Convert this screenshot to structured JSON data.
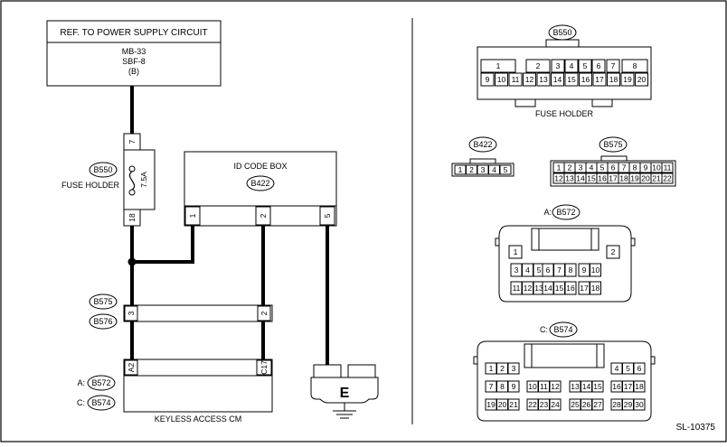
{
  "power_box": {
    "title": "REF. TO POWER SUPPLY CIRCUIT",
    "line1": "MB-33",
    "line2": "SBF-8",
    "line3": "(B)"
  },
  "fuse": {
    "connector": "B550",
    "label": "FUSE HOLDER",
    "rating": "7.5A",
    "pin_top": "7",
    "pin_bottom": "18"
  },
  "id_code_box": {
    "title": "ID CODE BOX",
    "connector": "B422",
    "pins": [
      "1",
      "2",
      "5"
    ]
  },
  "harness_connector": {
    "connector_a": "B575",
    "connector_b": "B576",
    "pin_left": "3",
    "pin_right": "2"
  },
  "keyless_cm": {
    "label": "KEYLESS ACCESS CM",
    "conn_a_prefix": "A:",
    "conn_a": "B572",
    "conn_c_prefix": "C:",
    "conn_c": "B574",
    "pin_left": "A2",
    "pin_right": "C17"
  },
  "ground": {
    "label": "E"
  },
  "right_panel": {
    "b550": {
      "name": "B550",
      "caption": "FUSE HOLDER",
      "top_pins": [
        "1",
        "2",
        "3",
        "4",
        "5",
        "6",
        "7",
        "8"
      ],
      "bottom_pins": [
        "9",
        "10",
        "11",
        "12",
        "13",
        "14",
        "15",
        "16",
        "17",
        "18",
        "19",
        "20"
      ]
    },
    "b422": {
      "name": "B422",
      "pins": [
        "1",
        "2",
        "3",
        "4",
        "5"
      ]
    },
    "b575": {
      "name": "B575",
      "top_pins": [
        "1",
        "2",
        "3",
        "4",
        "5",
        "6",
        "7",
        "8",
        "9",
        "10",
        "11"
      ],
      "bottom_pins": [
        "12",
        "13",
        "14",
        "15",
        "16",
        "17",
        "18",
        "19",
        "20",
        "21",
        "22"
      ]
    },
    "b572": {
      "prefix": "A:",
      "name": "B572",
      "row1": [
        "1",
        "2"
      ],
      "row2": [
        "3",
        "4",
        "5",
        "6",
        "7",
        "8",
        "9",
        "10"
      ],
      "row3": [
        "11",
        "12",
        "13",
        "14",
        "15",
        "16",
        "17",
        "18"
      ]
    },
    "b574": {
      "prefix": "C:",
      "name": "B574",
      "row1": [
        "1",
        "2",
        "3",
        "4",
        "5",
        "6"
      ],
      "row2": [
        "7",
        "8",
        "9",
        "10",
        "11",
        "12",
        "13",
        "14",
        "15",
        "16",
        "17",
        "18"
      ],
      "row3": [
        "19",
        "20",
        "21",
        "22",
        "23",
        "24",
        "25",
        "26",
        "27",
        "28",
        "29",
        "30"
      ]
    }
  },
  "figure_code": "SL-10375"
}
